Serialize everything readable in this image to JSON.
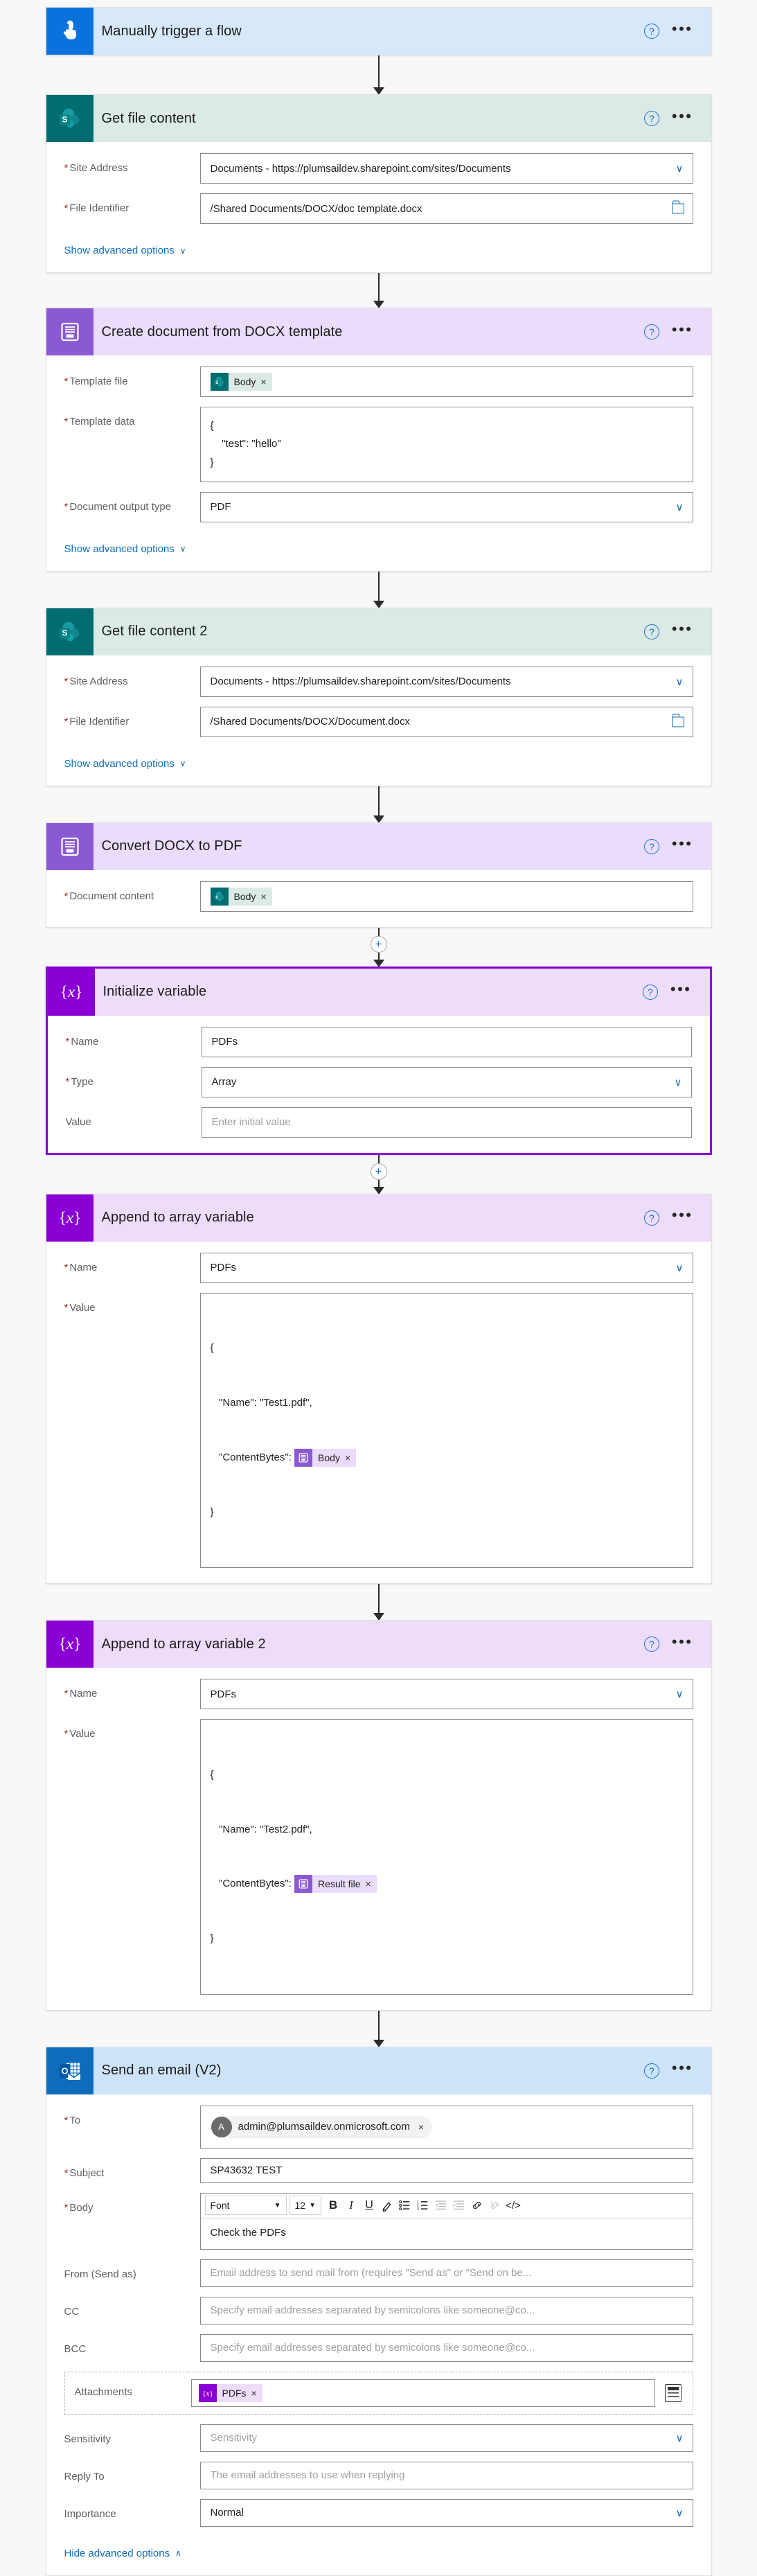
{
  "flow": {
    "steps": [
      {
        "id": "manually-trigger-a-flow",
        "title": "Manually trigger a flow",
        "icon": "manual-trigger-icon",
        "theme": "blue",
        "help": "?",
        "menu": "•••",
        "fields": []
      },
      {
        "id": "get-file-content",
        "title": "Get file content",
        "icon": "sharepoint-icon",
        "theme": "teal",
        "help": "?",
        "menu": "•••",
        "advanced_label": "Show advanced options",
        "advanced_caret": "∨",
        "fields": [
          {
            "label": "Site Address",
            "required": true,
            "kind": "dropdown",
            "value": "Documents - https://plumsaildev.sharepoint.com/sites/Documents"
          },
          {
            "label": "File Identifier",
            "required": true,
            "kind": "picker",
            "value": "/Shared Documents/DOCX/doc template.docx"
          }
        ]
      },
      {
        "id": "create-document-from-docx-template",
        "title": "Create document from DOCX template",
        "icon": "plumsail-documents-icon",
        "theme": "purple",
        "help": "?",
        "menu": "•••",
        "advanced_label": "Show advanced options",
        "advanced_caret": "∨",
        "fields": [
          {
            "label": "Template file",
            "required": true,
            "kind": "token",
            "token": {
              "text": "Body",
              "remove": "×",
              "source": "sharepoint"
            }
          },
          {
            "label": "Template data",
            "required": true,
            "kind": "textarea",
            "value": "{\n    \"test\": \"hello\"\n}"
          },
          {
            "label": "Document output type",
            "required": true,
            "kind": "dropdown",
            "value": "PDF"
          }
        ]
      },
      {
        "id": "get-file-content-2",
        "title": "Get file content 2",
        "icon": "sharepoint-icon",
        "theme": "teal",
        "help": "?",
        "menu": "•••",
        "advanced_label": "Show advanced options",
        "advanced_caret": "∨",
        "fields": [
          {
            "label": "Site Address",
            "required": true,
            "kind": "dropdown",
            "value": "Documents - https://plumsaildev.sharepoint.com/sites/Documents"
          },
          {
            "label": "File Identifier",
            "required": true,
            "kind": "picker",
            "value": "/Shared Documents/DOCX/Document.docx"
          }
        ]
      },
      {
        "id": "convert-docx-to-pdf",
        "title": "Convert DOCX to PDF",
        "icon": "plumsail-documents-icon",
        "theme": "purple",
        "help": "?",
        "menu": "•••",
        "fields": [
          {
            "label": "Document content",
            "required": true,
            "kind": "token",
            "token": {
              "text": "Body",
              "remove": "×",
              "source": "sharepoint"
            }
          }
        ]
      },
      {
        "id": "initialize-variable",
        "title": "Initialize variable",
        "icon": "variable-icon",
        "theme": "vpurple",
        "selected": true,
        "help": "?",
        "menu": "•••",
        "fields": [
          {
            "label": "Name",
            "required": true,
            "kind": "text",
            "value": "PDFs"
          },
          {
            "label": "Type",
            "required": true,
            "kind": "dropdown",
            "value": "Array"
          },
          {
            "label": "Value",
            "required": false,
            "kind": "text",
            "value": "",
            "placeholder": "Enter initial value"
          }
        ]
      },
      {
        "id": "append-to-array-variable",
        "title": "Append to array variable",
        "icon": "variable-icon",
        "theme": "vpurple",
        "help": "?",
        "menu": "•••",
        "fields": [
          {
            "label": "Name",
            "required": true,
            "kind": "dropdown",
            "value": "PDFs"
          },
          {
            "label": "Value",
            "required": true,
            "kind": "textarea-token",
            "lines": [
              "{",
              "   \"Name\": \"Test1.pdf\",",
              "   \"ContentBytes\": ",
              "}"
            ],
            "token": {
              "text": "Body",
              "remove": "×",
              "source": "plumsail"
            }
          }
        ]
      },
      {
        "id": "append-to-array-variable-2",
        "title": "Append to array variable 2",
        "icon": "variable-icon",
        "theme": "vpurple",
        "help": "?",
        "menu": "•••",
        "fields": [
          {
            "label": "Name",
            "required": true,
            "kind": "dropdown",
            "value": "PDFs"
          },
          {
            "label": "Value",
            "required": true,
            "kind": "textarea-token",
            "lines": [
              "{",
              "   \"Name\": \"Test2.pdf\",",
              "   \"ContentBytes\": ",
              "}"
            ],
            "token": {
              "text": "Result file",
              "remove": "×",
              "source": "plumsail"
            }
          }
        ]
      },
      {
        "id": "send-an-email-v2",
        "title": "Send an email (V2)",
        "icon": "outlook-icon",
        "theme": "outlook",
        "help": "?",
        "menu": "•••",
        "advanced_label": "Hide advanced options",
        "advanced_caret": "∧",
        "fields": []
      }
    ],
    "email": {
      "to": {
        "label": "To",
        "required": true,
        "chip": {
          "initial": "A",
          "text": "admin@plumsaildev.onmicrosoft.com",
          "remove": "×"
        }
      },
      "subject": {
        "label": "Subject",
        "required": true,
        "value": "SP43632 TEST"
      },
      "body": {
        "label": "Body",
        "required": true,
        "font_name": "Font",
        "font_size": "12",
        "content": "Check the PDFs",
        "toolbar": [
          {
            "name": "bold-button",
            "glyph": "B"
          },
          {
            "name": "italic-button",
            "glyph": "I"
          },
          {
            "name": "underline-button",
            "glyph": "U"
          },
          {
            "name": "text-color-button",
            "glyph": "✎"
          },
          {
            "name": "bulleted-list-button",
            "glyph": "☰"
          },
          {
            "name": "numbered-list-button",
            "glyph": "☰"
          },
          {
            "name": "decrease-indent-button",
            "glyph": "≣"
          },
          {
            "name": "increase-indent-button",
            "glyph": "≣"
          },
          {
            "name": "insert-link-button",
            "glyph": "⚭"
          },
          {
            "name": "remove-link-button",
            "glyph": "⚭"
          },
          {
            "name": "code-view-button",
            "glyph": "</>"
          }
        ]
      },
      "from": {
        "label": "From (Send as)",
        "required": false,
        "placeholder": "Email address to send mail from (requires \"Send as\" or \"Send on be..."
      },
      "cc": {
        "label": "CC",
        "required": false,
        "placeholder": "Specify email addresses separated by semicolons like someone@co..."
      },
      "bcc": {
        "label": "BCC",
        "required": false,
        "placeholder": "Specify email addresses separated by semicolons like someone@co..."
      },
      "attachments": {
        "label": "Attachments",
        "token": {
          "text": "PDFs",
          "remove": "×",
          "source": "variable"
        },
        "switch_icon": "switch-to-array-icon"
      },
      "sensitivity": {
        "label": "Sensitivity",
        "placeholder": "Sensitivity"
      },
      "reply_to": {
        "label": "Reply To",
        "placeholder": "The email addresses to use when replying"
      },
      "importance": {
        "label": "Importance",
        "value": "Normal"
      }
    },
    "connector": {
      "plus": "+"
    }
  },
  "colors": {
    "trigger_blue": "#0b72dd",
    "sharepoint_teal": "#036c70",
    "plumsail_purple": "#8a5ad2",
    "variable_purple": "#8a00d4",
    "outlook_blue": "#0f6cbd",
    "required_red": "#a4262c",
    "link_blue": "#0f6cbd"
  }
}
